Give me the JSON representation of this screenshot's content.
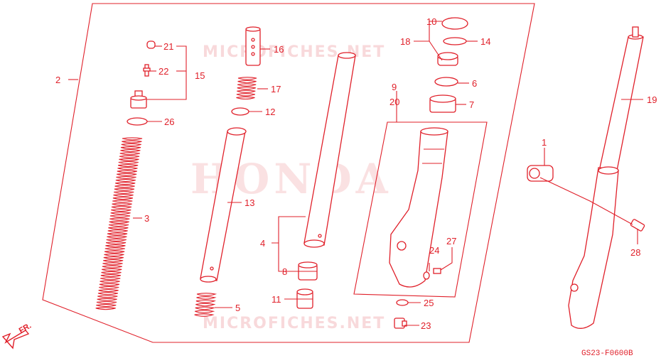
{
  "watermark": {
    "brand": "HONDA",
    "site": "MICROFICHES.NET"
  },
  "diagram_code": "GS23-F0600B",
  "direction_label": "FR.",
  "callouts": {
    "c1": "1",
    "c2": "2",
    "c3": "3",
    "c4": "4",
    "c5": "5",
    "c6": "6",
    "c7": "7",
    "c8": "8",
    "c9": "9",
    "c10": "10",
    "c11": "11",
    "c12": "12",
    "c13": "13",
    "c14": "14",
    "c15": "15",
    "c16": "16",
    "c17": "17",
    "c18": "18",
    "c19": "19",
    "c20": "20",
    "c21": "21",
    "c22": "22",
    "c23": "23",
    "c24": "24",
    "c25": "25",
    "c26": "26",
    "c27": "27",
    "c28": "28"
  },
  "colors": {
    "line": "#e0202a",
    "watermark": "#f6c9cc",
    "background": "#ffffff"
  }
}
